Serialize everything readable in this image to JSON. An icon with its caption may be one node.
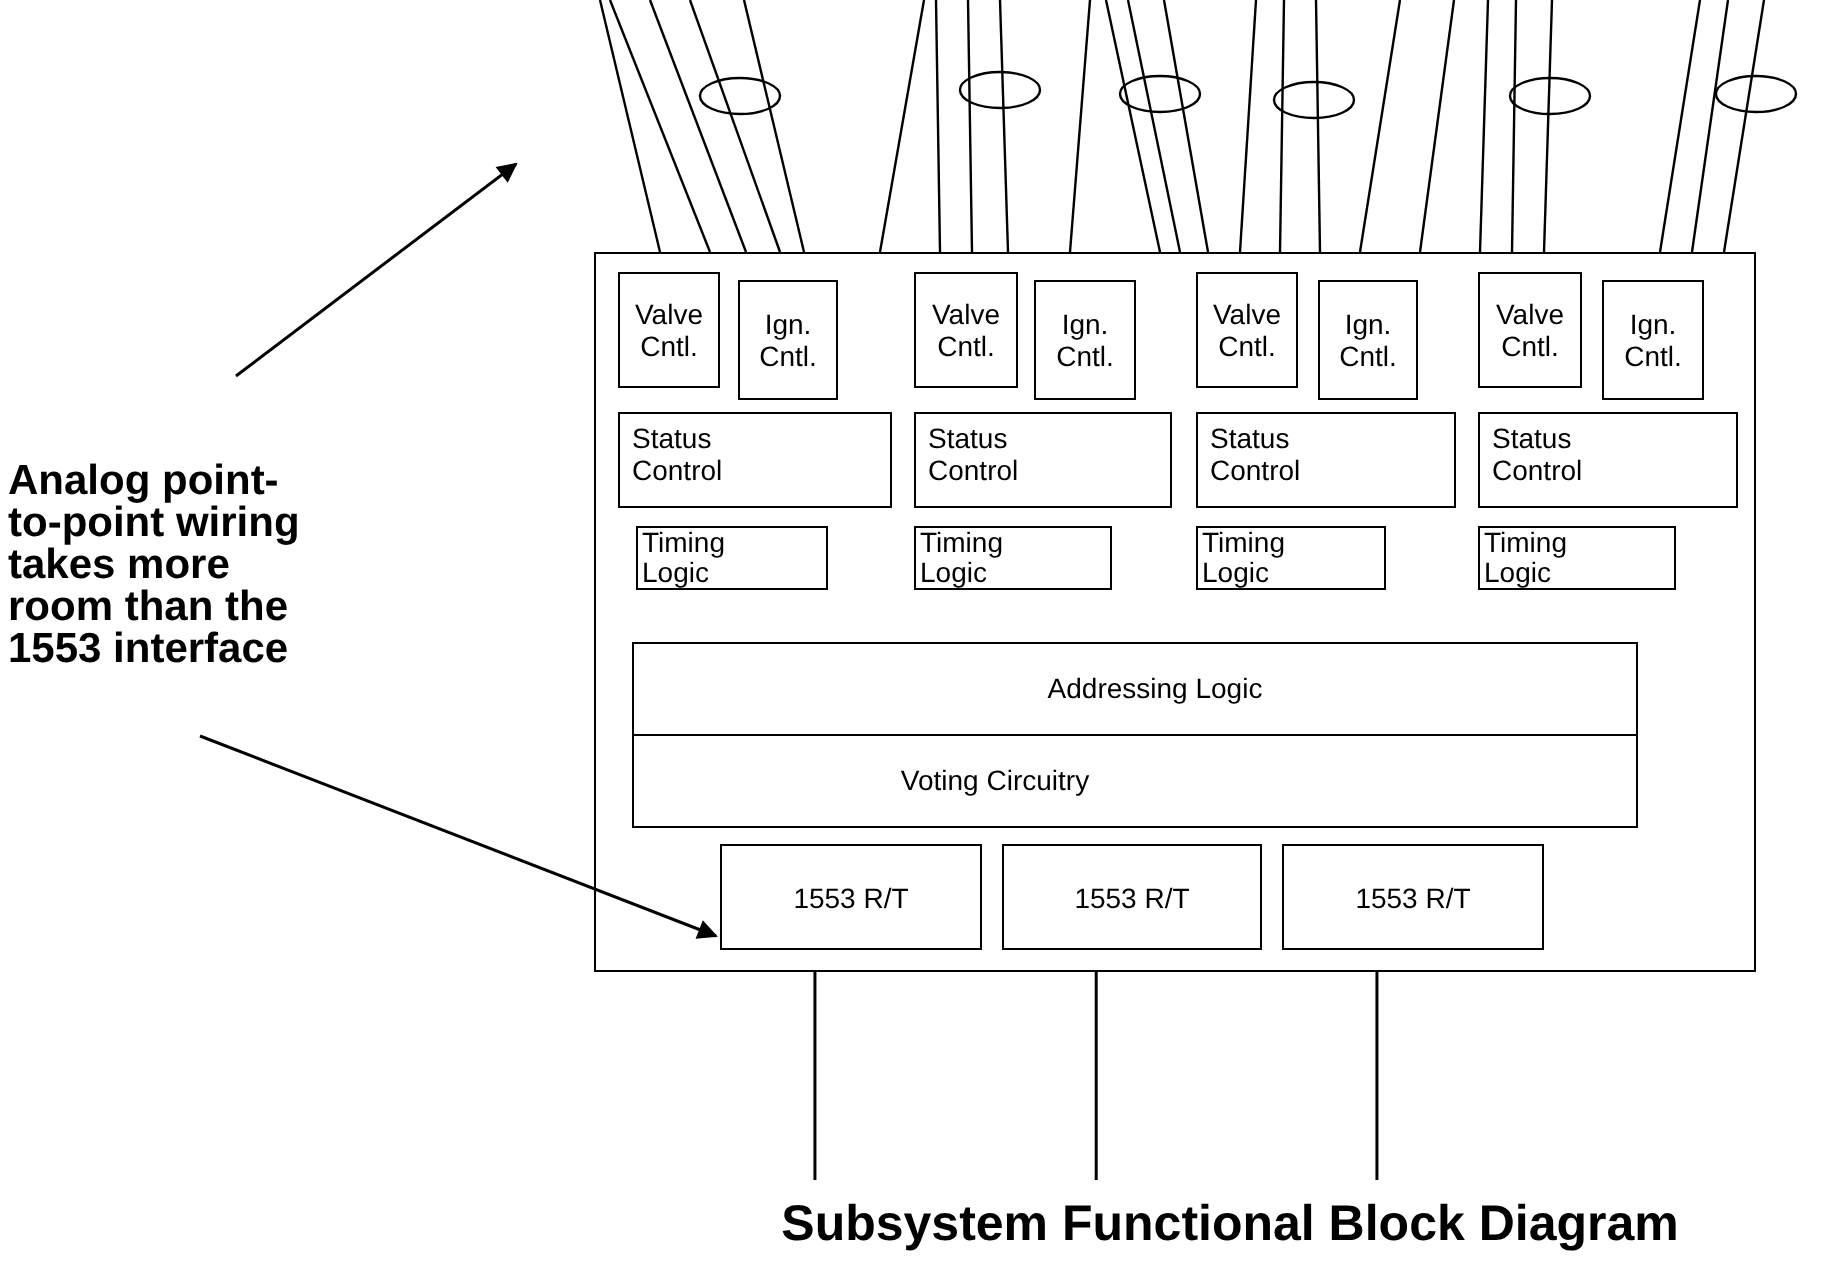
{
  "diagram": {
    "caption": "Subsystem Functional Block Diagram",
    "nodes": [
      {
        "text": [],
        "shape": "box"
      },
      {
        "text": [
          "Valve Cntl."
        ],
        "in": 0
      },
      {
        "text": [
          "Ign. Cntl."
        ],
        "in": 0
      },
      {
        "text": [
          "Valve Cntl."
        ],
        "in": 0
      },
      {
        "text": [
          "Ign. Cntl."
        ],
        "in": 0
      },
      {
        "text": [
          "Valve Cntl."
        ],
        "in": 0
      },
      {
        "text": [
          "Ign. Cntl."
        ],
        "in": 0
      },
      {
        "text": [
          "Valve Cntl."
        ],
        "in": 0
      },
      {
        "text": [
          "Ign. Cntl."
        ],
        "in": 0
      },
      {
        "text": [
          "Status Control"
        ],
        "in": 0
      },
      {
        "text": [
          "Status Control"
        ],
        "in": 0
      },
      {
        "text": [
          "Status Control"
        ],
        "in": 0
      },
      {
        "text": [
          "Status Control"
        ],
        "in": 0
      },
      {
        "text": [
          "Timing Logic"
        ],
        "in": 0
      },
      {
        "text": [
          "Timing Logic"
        ],
        "in": 0
      },
      {
        "text": [
          "Timing Logic"
        ],
        "in": 0
      },
      {
        "text": [
          "Timing Logic"
        ],
        "in": 0
      },
      {
        "text": [
          "Addressing Logic"
        ],
        "in": 0
      },
      {
        "text": [
          "Voting Circuitry"
        ],
        "in": 0
      },
      {
        "text": [
          "1553 R/T"
        ],
        "in": 0
      },
      {
        "text": [
          "1553 R/T"
        ],
        "in": 0
      },
      {
        "text": [
          "1553 R/T"
        ],
        "in": 0
      },
      {
        "text": [
          "Analog point-to-point wiring takes more room than the 1553 interface"
        ]
      }
    ],
    "edges": [
      {
        "from": 22,
        "to": null,
        "arrow": "to"
      },
      {
        "from": 22,
        "to": 19,
        "arrow": "to"
      },
      {
        "from": 19,
        "to": null,
        "arrow": "none"
      },
      {
        "from": 20,
        "to": null,
        "arrow": "none"
      },
      {
        "from": 21,
        "to": null,
        "arrow": "none"
      }
    ]
  }
}
